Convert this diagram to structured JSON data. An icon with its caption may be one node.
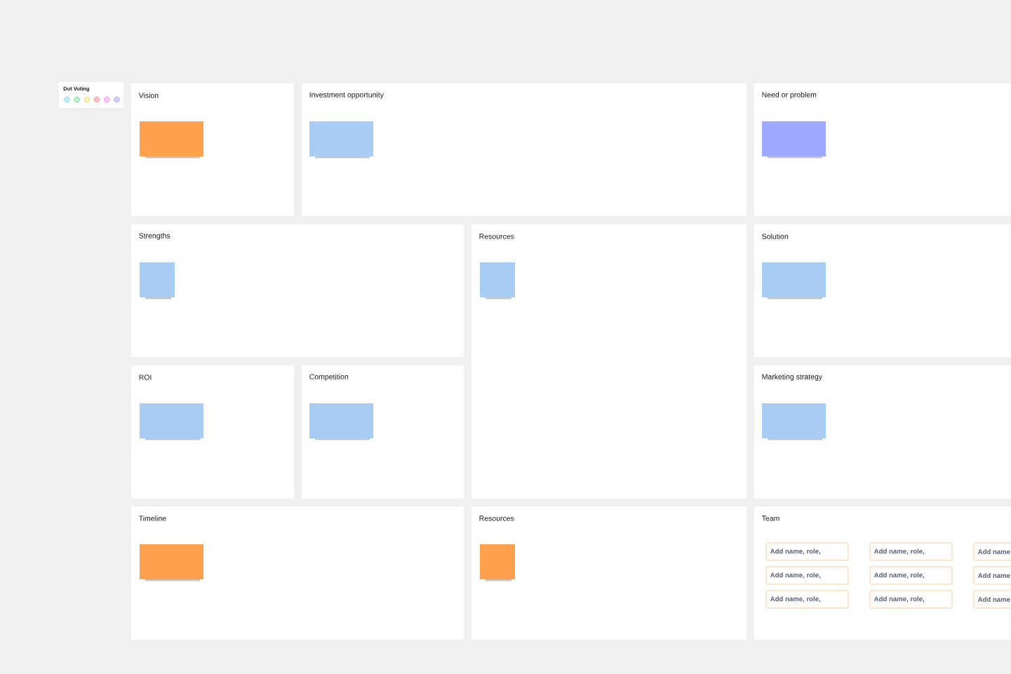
{
  "diagram": {
    "nodes": [
      {
        "text": [
          "Dot Voting"
        ]
      },
      {
        "text": [
          "Vision"
        ]
      },
      {
        "text": [],
        "shape": "box",
        "in": 1
      },
      {
        "text": [
          "Investment opportunity"
        ]
      },
      {
        "text": [],
        "shape": "box",
        "in": 3
      },
      {
        "text": [
          "Need or problem"
        ]
      },
      {
        "text": [],
        "shape": "box",
        "in": 5
      },
      {
        "text": [
          "Strengths"
        ]
      },
      {
        "text": [],
        "shape": "box",
        "in": 7
      },
      {
        "text": [
          "Resources"
        ]
      },
      {
        "text": [],
        "shape": "box",
        "in": 9
      },
      {
        "text": [
          "Solution"
        ]
      },
      {
        "text": [],
        "shape": "box",
        "in": 11
      },
      {
        "text": [
          "ROI"
        ]
      },
      {
        "text": [],
        "shape": "box",
        "in": 13
      },
      {
        "text": [
          "Competition"
        ]
      },
      {
        "text": [],
        "shape": "box",
        "in": 15
      },
      {
        "text": [
          "Marketing strategy"
        ]
      },
      {
        "text": [],
        "shape": "box",
        "in": 17
      },
      {
        "text": [
          "Timeline"
        ]
      },
      {
        "text": [],
        "shape": "box",
        "in": 19
      },
      {
        "text": [
          "Resources"
        ]
      },
      {
        "text": [],
        "shape": "box",
        "in": 21
      },
      {
        "text": [
          "Team"
        ]
      },
      {
        "text": [
          "Add name, role,"
        ],
        "in": 23
      },
      {
        "text": [
          "Add name, role,"
        ],
        "in": 23
      },
      {
        "text": [
          "Add name"
        ],
        "in": 23
      },
      {
        "text": [
          "Add name, role,"
        ],
        "in": 23
      },
      {
        "text": [
          "Add name, role,"
        ],
        "in": 23
      },
      {
        "text": [
          "Add name"
        ],
        "in": 23
      },
      {
        "text": [
          "Add name, role,"
        ],
        "in": 23
      },
      {
        "text": [
          "Add name, role,"
        ],
        "in": 23
      },
      {
        "text": [
          "Add name"
        ],
        "in": 23
      }
    ]
  }
}
